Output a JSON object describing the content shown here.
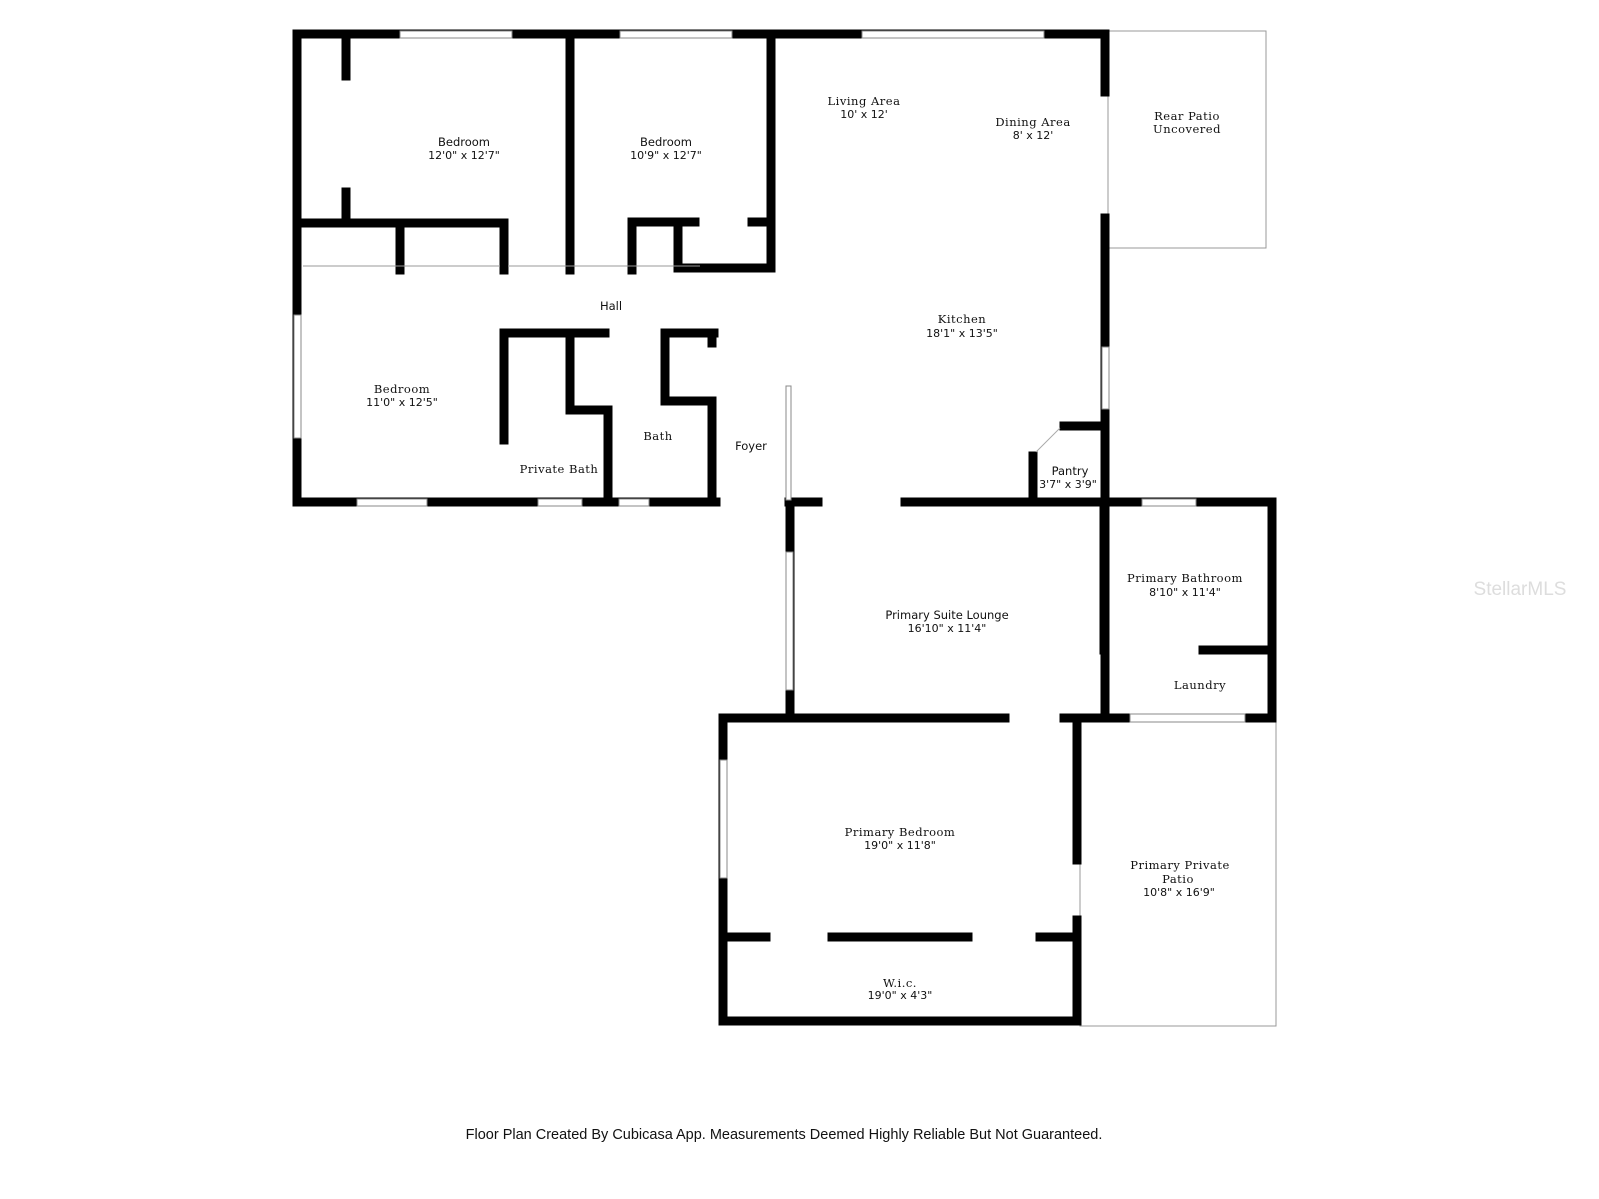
{
  "rooms": {
    "bedroom1": {
      "name": "Bedroom",
      "size": "12'0\" x 12'7\""
    },
    "bedroom2": {
      "name": "Bedroom",
      "size": "10'9\" x 12'7\""
    },
    "bedroom3": {
      "name": "Bedroom",
      "size": "11'0\" x 12'5\""
    },
    "living": {
      "name": "Living Area",
      "size": "10' x 12'"
    },
    "dining": {
      "name": "Dining Area",
      "size": "8' x 12'"
    },
    "rear_patio": {
      "name": "Rear Patio",
      "size": "Uncovered"
    },
    "hall": {
      "name": "Hall"
    },
    "kitchen": {
      "name": "Kitchen",
      "size": "18'1\" x 13'5\""
    },
    "private_bath": {
      "name": "Private Bath"
    },
    "bath": {
      "name": "Bath"
    },
    "foyer": {
      "name": "Foyer"
    },
    "pantry": {
      "name": "Pantry",
      "size": "3'7\" x 3'9\""
    },
    "lounge": {
      "name": "Primary Suite Lounge",
      "size": "16'10\" x 11'4\""
    },
    "primary_bath": {
      "name": "Primary Bathroom",
      "size": "8'10\" x 11'4\""
    },
    "laundry": {
      "name": "Laundry"
    },
    "primary_bedroom": {
      "name": "Primary Bedroom",
      "size": "19'0\" x 11'8\""
    },
    "private_patio": {
      "name": "Primary Private",
      "name2": "Patio",
      "size": "10'8\" x 16'9\""
    },
    "wic": {
      "name": "W.i.c.",
      "size": "19'0\" x 4'3\""
    }
  },
  "watermark": "StellarMLS",
  "footer": "Floor Plan Created By Cubicasa App. Measurements Deemed Highly Reliable But Not Guaranteed."
}
